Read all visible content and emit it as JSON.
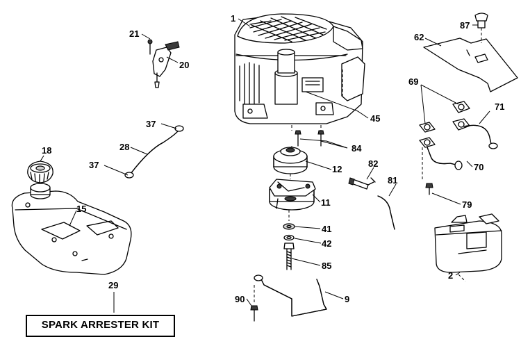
{
  "callouts": {
    "c1": "1",
    "c21": "21",
    "c20": "20",
    "c87": "87",
    "c62": "62",
    "c69": "69",
    "c71": "71",
    "c45": "45",
    "c37a": "37",
    "c28": "28",
    "c37b": "37",
    "c18": "18",
    "c84": "84",
    "c12": "12",
    "c82": "82",
    "c81": "81",
    "c70": "70",
    "c15": "15",
    "c11": "11",
    "c79": "79",
    "c41": "41",
    "c42": "42",
    "c85": "85",
    "c2": "2",
    "c29": "29",
    "c90": "90",
    "c9": "9"
  },
  "kit": {
    "label": "SPARK ARRESTER KIT"
  }
}
